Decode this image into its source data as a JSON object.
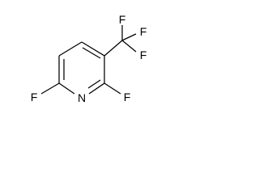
{
  "molecule": {
    "atoms": {
      "fluorine_top": "F",
      "fluorine_upper_right": "F",
      "fluorine_lower_right": "F",
      "fluorine_left": "F",
      "fluorine_right": "F",
      "nitrogen": "N"
    }
  }
}
